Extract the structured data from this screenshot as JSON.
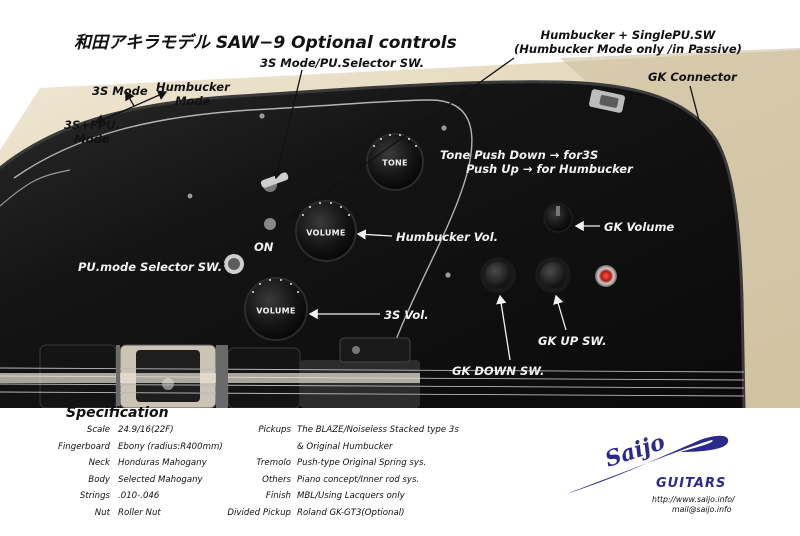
{
  "title": "和田アキラモデル SAW−9 Optional controls",
  "callouts": {
    "mode_3s": "3S Mode",
    "mode_humbucker_line1": "Humbucker",
    "mode_humbucker_line2": "Mode",
    "mode_3sfpu_line1": "3S+FPU.",
    "mode_3sfpu_line2": "Mode",
    "selector_sw": "3S Mode/PU.Selector SW.",
    "humbucker_single_line1": "Humbucker + SinglePU.SW",
    "humbucker_single_line2": "(Humbucker Mode only /in Passive)",
    "gk_connector": "GK Connector",
    "tone_line1": "Tone Push Down → for3S",
    "tone_line2": "Push Up → for Humbucker",
    "gk_volume": "GK Volume",
    "humbucker_vol": "Humbucker Vol.",
    "on": "ON",
    "pu_mode_selector": "PU.mode Selector SW.",
    "vol_3s": "3S Vol.",
    "gk_up_sw": "GK UP SW.",
    "gk_down_sw": "GK DOWN SW."
  },
  "knobs": {
    "tone": "TONE",
    "volume_upper": "VOLUME",
    "volume_lower": "VOLUME"
  },
  "specification": {
    "heading": "Specification",
    "left": [
      {
        "key": "Scale",
        "value": "24.9/16(22F)"
      },
      {
        "key": "Fingerboard",
        "value": "Ebony (radius:R400mm)"
      },
      {
        "key": "Neck",
        "value": "Honduras Mahogany"
      },
      {
        "key": "Body",
        "value": "Selected Mahogany"
      },
      {
        "key": "Strings",
        "value": ".010-.046"
      },
      {
        "key": "Nut",
        "value": "Roller Nut"
      }
    ],
    "right": [
      {
        "key": "Pickups",
        "value": "The BLAZE/Noiseless Stacked type 3s"
      },
      {
        "key": "",
        "value": "& Original Humbucker"
      },
      {
        "key": "Tremolo",
        "value": "Push-type Original Spring sys."
      },
      {
        "key": "Others",
        "value": "Piano  concept/Inner rod sys."
      },
      {
        "key": "Finish",
        "value": "MBL/Using Lacquers only"
      },
      {
        "key": "Divided Pickup",
        "value": "Roland GK-GT3(Optional)"
      }
    ]
  },
  "brand": {
    "logo_text": "Saijo",
    "word": "GUITARS",
    "url": "http://www.saijo.info/",
    "mail": "mail@saijo.info",
    "logo_color": "#2b2a8c"
  }
}
